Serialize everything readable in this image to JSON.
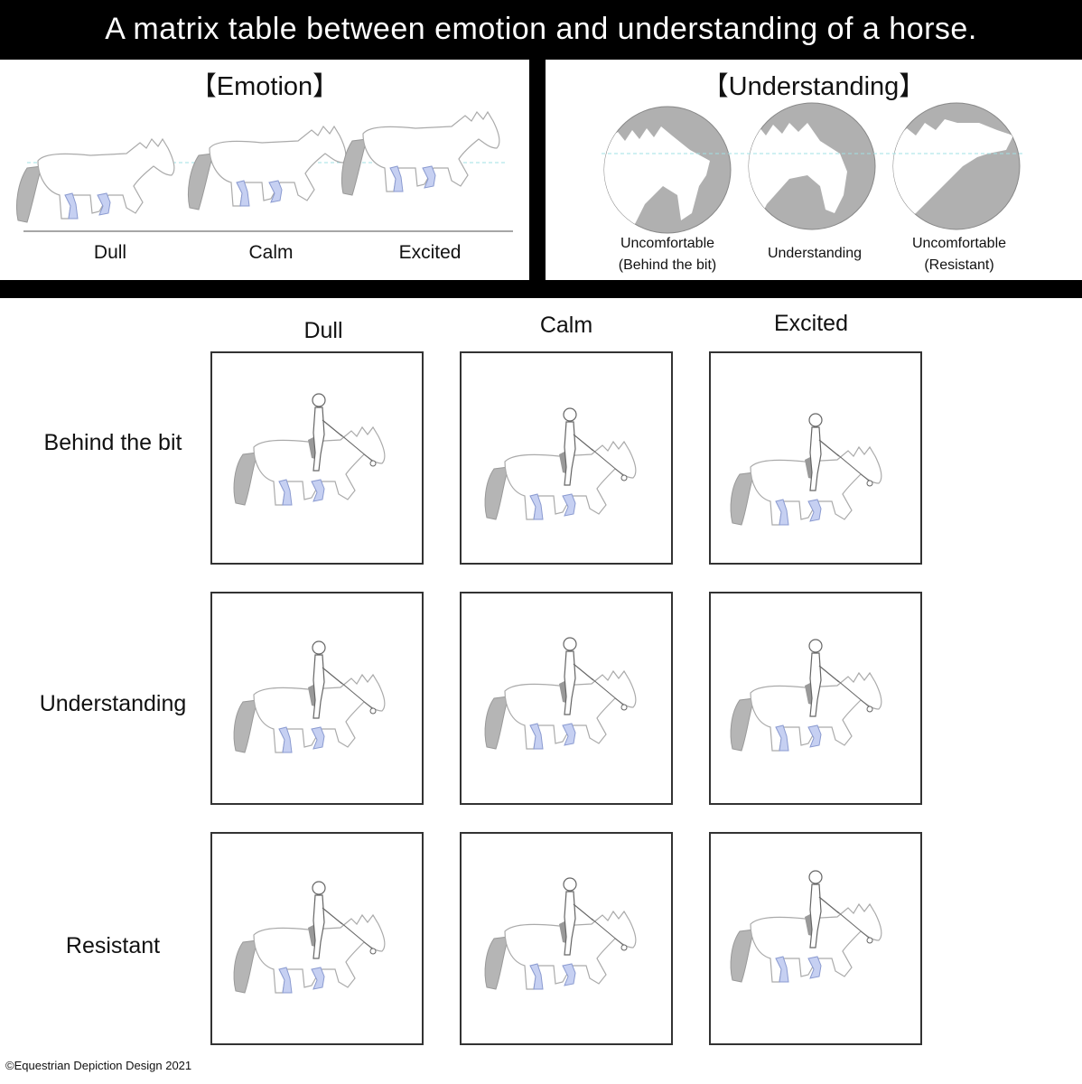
{
  "title": "A matrix table between emotion and understanding of a horse.",
  "emotion_panel": {
    "heading": "【Emotion】",
    "labels": [
      "Dull",
      "Calm",
      "Excited"
    ]
  },
  "understanding_panel": {
    "heading": "【Understanding】",
    "labels": [
      "Uncomfortable\n(Behind the bit)",
      "Understanding",
      "Uncomfortable\n(Resistant)"
    ]
  },
  "matrix": {
    "columns": [
      "Dull",
      "Calm",
      "Excited"
    ],
    "rows": [
      "Behind the bit",
      "Understanding",
      "Resistant"
    ]
  },
  "colors": {
    "header_bg": "#000000",
    "tail_grey": "#b5b5b5",
    "leg_blue": "#c6d0f2",
    "guide_cyan": "#9fe0e4",
    "circle_grey": "#b0b0b0"
  },
  "copyright": "©Equestrian Depiction Design 2021"
}
